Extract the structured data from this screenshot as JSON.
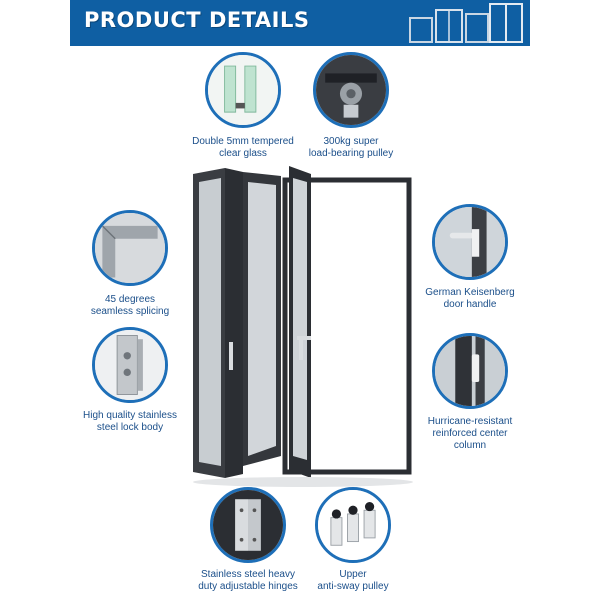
{
  "header": {
    "title": "PRODUCT DETAILS",
    "accent": "#0f5fa3"
  },
  "features": [
    {
      "icon": "tempered-glass-icon",
      "label": "Double 5mm  tempered\nclear glass"
    },
    {
      "icon": "pulley-icon",
      "label": "300kg super\nload-bearing pulley"
    },
    {
      "icon": "splicing-corner-icon",
      "label": "45 degrees\nseamless splicing"
    },
    {
      "icon": "door-handle-icon",
      "label": "German Keisenberg\ndoor handle"
    },
    {
      "icon": "lock-body-icon",
      "label": "High quality stainless\nsteel lock body"
    },
    {
      "icon": "center-column-icon",
      "label": "Hurricane-resistant\nreinforced center\ncolumn"
    },
    {
      "icon": "hinge-icon",
      "label": "Stainless steel heavy\nduty adjustable hinges"
    },
    {
      "icon": "anti-sway-pulley-icon",
      "label": "Upper\nanti-sway pulley"
    }
  ],
  "colors": {
    "ring": "#1e6fb8",
    "caption": "#1b4f8a",
    "frame": "#2b2e33"
  }
}
